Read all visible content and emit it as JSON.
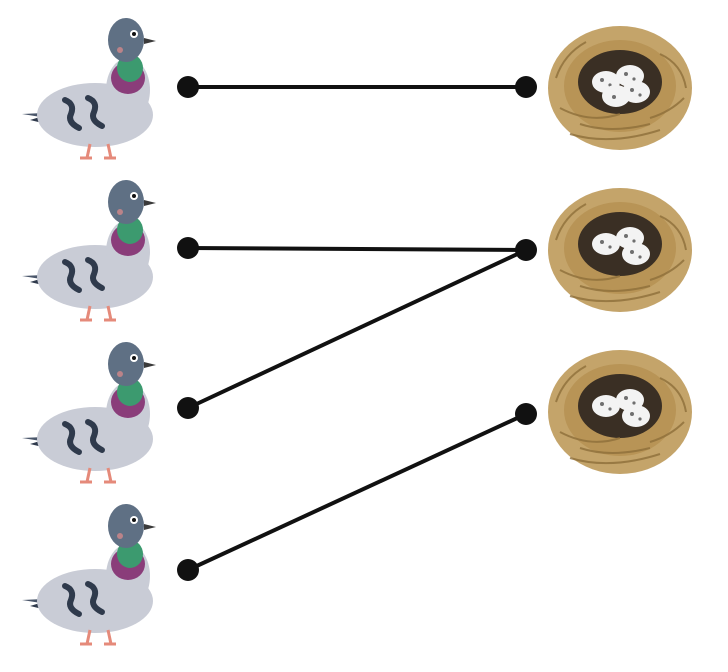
{
  "pigeons": [
    {
      "icon": "pigeon-icon"
    },
    {
      "icon": "pigeon-icon"
    },
    {
      "icon": "pigeon-icon"
    },
    {
      "icon": "pigeon-icon"
    }
  ],
  "nests": [
    {
      "icon": "nest-with-eggs-icon",
      "eggs": 4
    },
    {
      "icon": "nest-with-eggs-icon",
      "eggs": 3
    },
    {
      "icon": "nest-with-eggs-icon",
      "eggs": 3
    }
  ],
  "connections": [
    {
      "pigeon": 0,
      "nest": 0
    },
    {
      "pigeon": 1,
      "nest": 1
    },
    {
      "pigeon": 2,
      "nest": 1
    },
    {
      "pigeon": 3,
      "nest": 2
    }
  ],
  "colors": {
    "line": "#111111",
    "pigeon_body": "#c9ccd6",
    "pigeon_head": "#5f7084",
    "pigeon_neck_green": "#3c9a6f",
    "pigeon_neck_purple": "#8a3d7a",
    "pigeon_stripes": "#2f3a4c",
    "nest_straw": "#c4a46a",
    "nest_dark": "#3a2f24",
    "egg": "#f3f3f3"
  }
}
